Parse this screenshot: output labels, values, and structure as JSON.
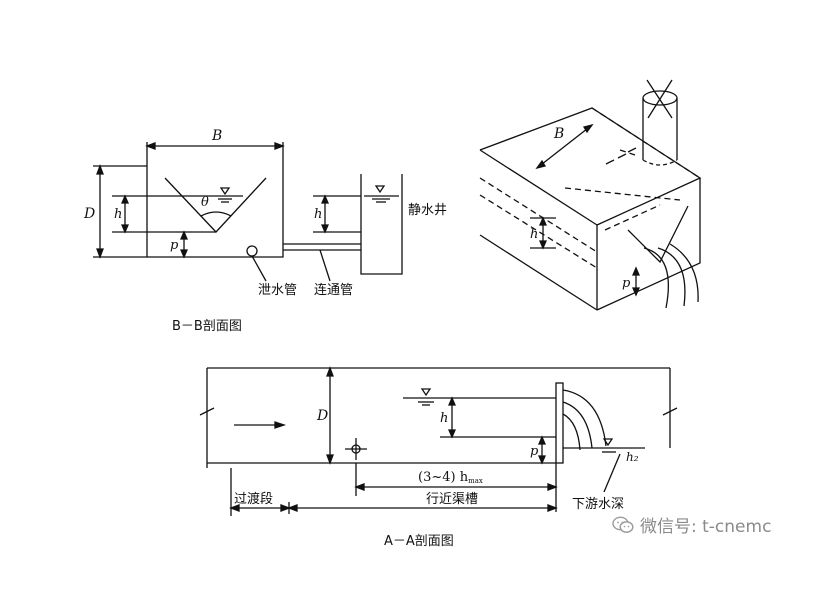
{
  "figure": {
    "bb": {
      "caption": "B－B剖面图",
      "dim_B": "B",
      "dim_D": "D",
      "dim_h": "h",
      "dim_p": "p",
      "angle": "θ",
      "dim_h_well": "h",
      "well_label": "静水井",
      "drain_label": "泄水管",
      "connect_label": "连通管"
    },
    "iso": {
      "dim_B": "B",
      "dim_h": "h",
      "dim_p": "p"
    },
    "aa": {
      "caption": "A－A剖面图",
      "dim_D": "D",
      "dim_h": "h",
      "dim_p": "p",
      "dim_h2": "h₂",
      "approach_len_prefix": "(3~4) h",
      "approach_len_sub": "max",
      "approach_label": "行近渠槽",
      "transition_label": "过渡段",
      "downstream_label": "下游水深"
    }
  },
  "watermark": {
    "text": "微信号: t-cnemc"
  }
}
